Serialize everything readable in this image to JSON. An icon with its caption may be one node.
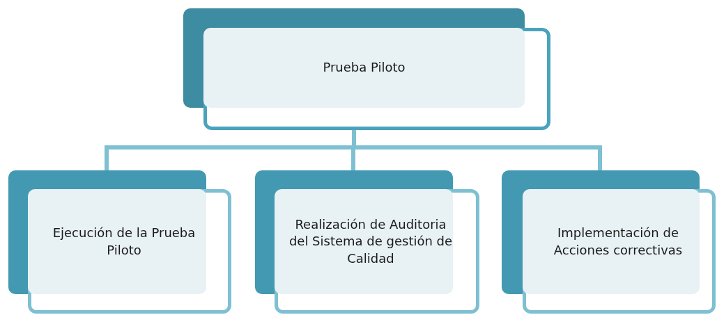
{
  "diagram": {
    "nodes": [
      {
        "text": [
          "Prueba Piloto"
        ]
      },
      {
        "text": [
          "Ejecución de la Prueba Piloto"
        ]
      },
      {
        "text": [
          "Realización de Auditoria del Sistema de gestión de Calidad"
        ]
      },
      {
        "text": [
          "Implementación de Acciones correctivas"
        ]
      }
    ],
    "edges": [
      {
        "from": 0,
        "to": 1,
        "arrow": "none"
      },
      {
        "from": 0,
        "to": 2,
        "arrow": "none"
      },
      {
        "from": 0,
        "to": 3,
        "arrow": "none"
      }
    ]
  }
}
